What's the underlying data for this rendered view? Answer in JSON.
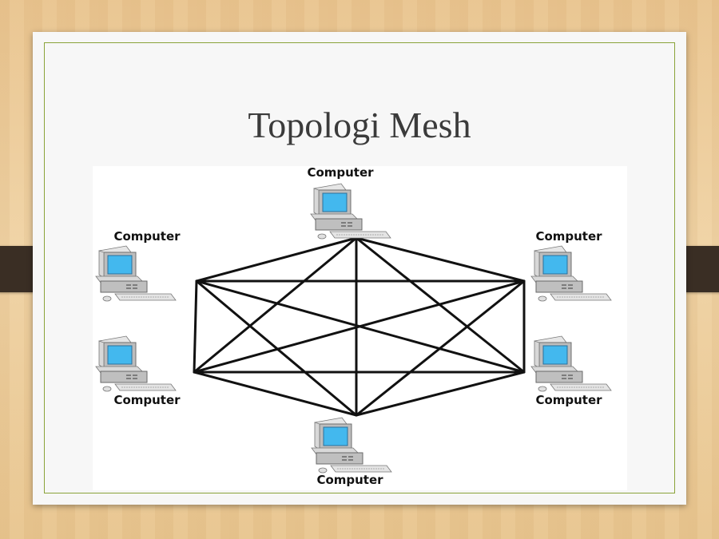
{
  "slide": {
    "title": "Topologi Mesh"
  },
  "diagram": {
    "nodes": [
      {
        "id": "top",
        "label": "Computer"
      },
      {
        "id": "upper-right",
        "label": "Computer"
      },
      {
        "id": "lower-right",
        "label": "Computer"
      },
      {
        "id": "bottom",
        "label": "Computer"
      },
      {
        "id": "lower-left",
        "label": "Computer"
      },
      {
        "id": "upper-left",
        "label": "Computer"
      }
    ],
    "topology": "full-mesh",
    "colors": {
      "line": "#111111",
      "screen": "#43b8ee",
      "case": "#c8c8c8"
    },
    "icon": "desktop-computer-icon"
  }
}
